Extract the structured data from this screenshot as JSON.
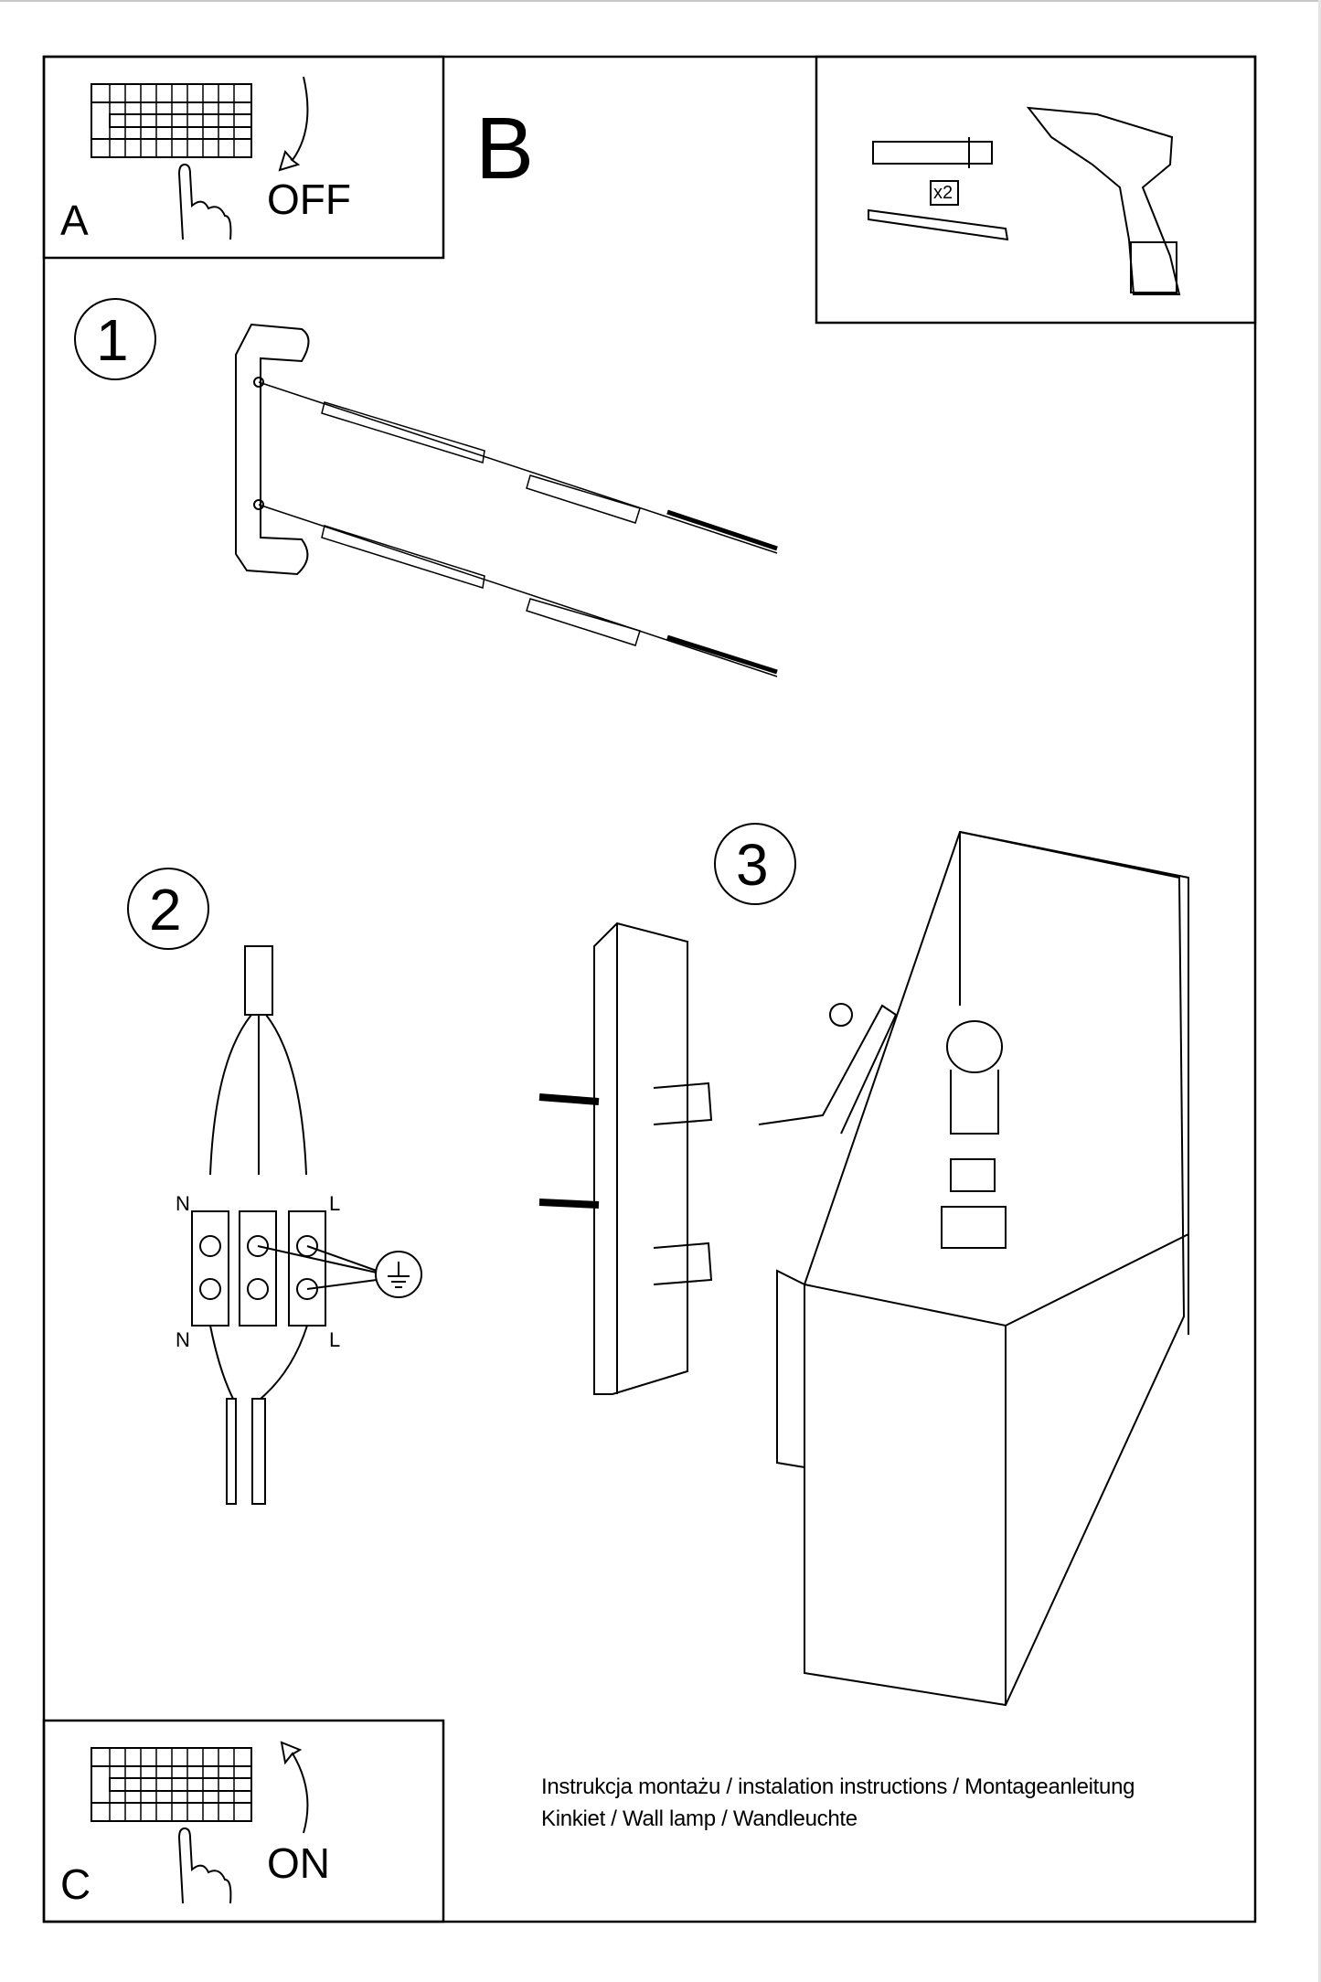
{
  "panels": {
    "a": {
      "letter": "A",
      "action": "OFF"
    },
    "b": {
      "letter": "B",
      "quantity": "x2"
    },
    "c": {
      "letter": "C",
      "action": "ON"
    }
  },
  "steps": [
    "1",
    "2",
    "3"
  ],
  "wiring": {
    "neutral_top": "N",
    "live_top": "L",
    "neutral_bottom": "N",
    "live_bottom": "L"
  },
  "caption": {
    "line1": "Instrukcja montażu / instalation instructions / Montageanleitung",
    "line2": "Kinkiet / Wall lamp / Wandleuchte"
  }
}
